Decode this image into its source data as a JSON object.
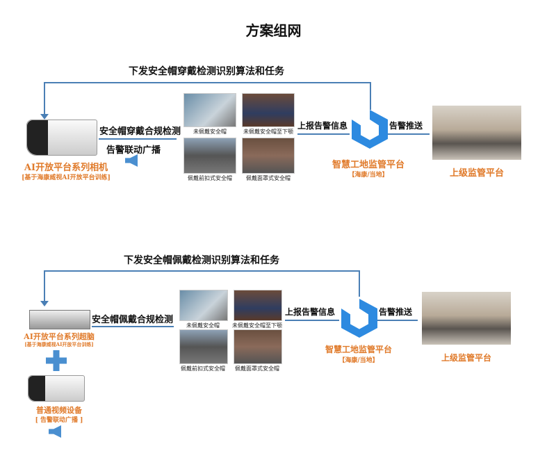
{
  "title": "方案组网",
  "d1": {
    "loop": "下发安全帽穿戴检测识别算法和任务",
    "arrow1": "安全帽穿戴合规检测",
    "broadcast": "告警联动广播",
    "device": "AI开放平台系列相机",
    "device_sub": "[基于海康威视AI开放平台训练]",
    "captions": [
      "未佩戴安全帽",
      "未佩戴安全帽至下颚",
      "佩戴前扣式安全帽",
      "佩戴面罩式安全帽"
    ],
    "report": "上报告警信息",
    "push": "告警推送",
    "platform": "智慧工地监管平台",
    "platform_sub": "【海康/当地】",
    "upper": "上级监管平台"
  },
  "d2": {
    "loop": "下发安全帽佩戴检测识别算法和任务",
    "arrow1": "安全帽佩戴合规检测",
    "device": "AI开放平台系列超脑",
    "device_sub": "[基于海康威视AI开放平台训练]",
    "device2": "普通视频设备",
    "device2_sub": "[ 告警联动广播 ]",
    "captions": [
      "未佩戴安全帽",
      "未佩戴安全帽至下颚",
      "佩戴前扣式安全帽",
      "佩戴面罩式安全帽"
    ],
    "report": "上报告警信息",
    "push": "告警推送",
    "platform": "智慧工地监管平台",
    "platform_sub": "【海康/当地】",
    "upper": "上级监管平台"
  }
}
